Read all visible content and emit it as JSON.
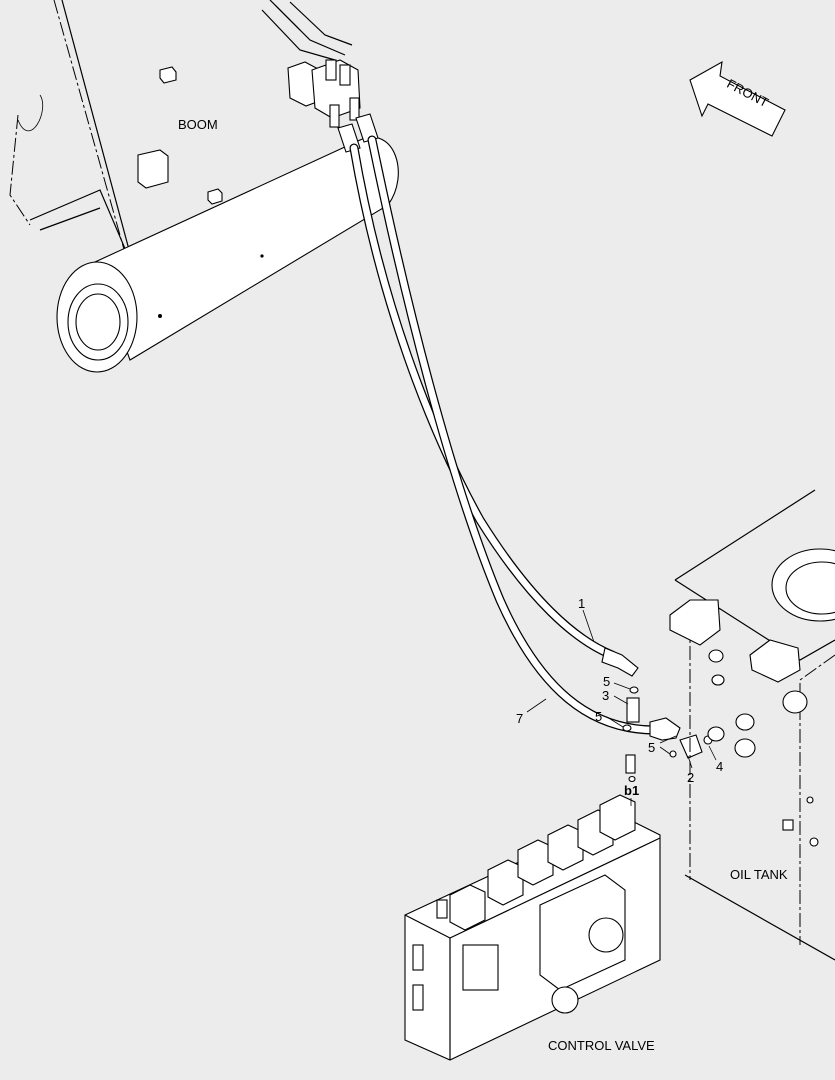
{
  "labels": {
    "boom": "BOOM",
    "front": "FRONT",
    "oil_tank": "OIL TANK",
    "control_valve": "CONTROL VALVE",
    "port": "b1"
  },
  "callouts": [
    "1",
    "2",
    "3",
    "4",
    "5",
    "5",
    "5",
    "7"
  ]
}
